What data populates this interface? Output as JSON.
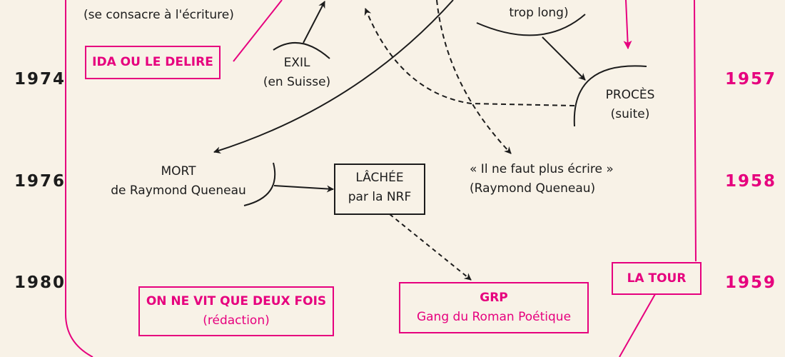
{
  "colors": {
    "accent": "#e6007e",
    "ink": "#1c1c1c",
    "background": "#f8f2e7"
  },
  "years_left": [
    "1974",
    "1976",
    "1980"
  ],
  "years_right": [
    "1957",
    "1958",
    "1959"
  ],
  "nodes": {
    "ecriture": "(se consacre à l'écriture)",
    "exil": {
      "title": "EXIL",
      "sub": "(en Suisse)"
    },
    "trop_long": "trop long)",
    "proces": {
      "title": "PROCÈS",
      "sub": "(suite)"
    },
    "mort": {
      "title": "MORT",
      "sub": "de Raymond Queneau"
    },
    "lachee": {
      "title": "LÂCHÉE",
      "sub": "par la NRF"
    },
    "quote": {
      "title": "« Il ne faut plus écrire »",
      "sub": "(Raymond Queneau)"
    }
  },
  "works": {
    "ida": "IDA OU LE DELIRE",
    "on_ne_vit": {
      "title": "ON NE VIT QUE DEUX FOIS",
      "sub": "(rédaction)"
    },
    "grp": {
      "title": "GRP",
      "sub": "Gang du Roman Poétique"
    },
    "la_tour": "LA TOUR"
  }
}
